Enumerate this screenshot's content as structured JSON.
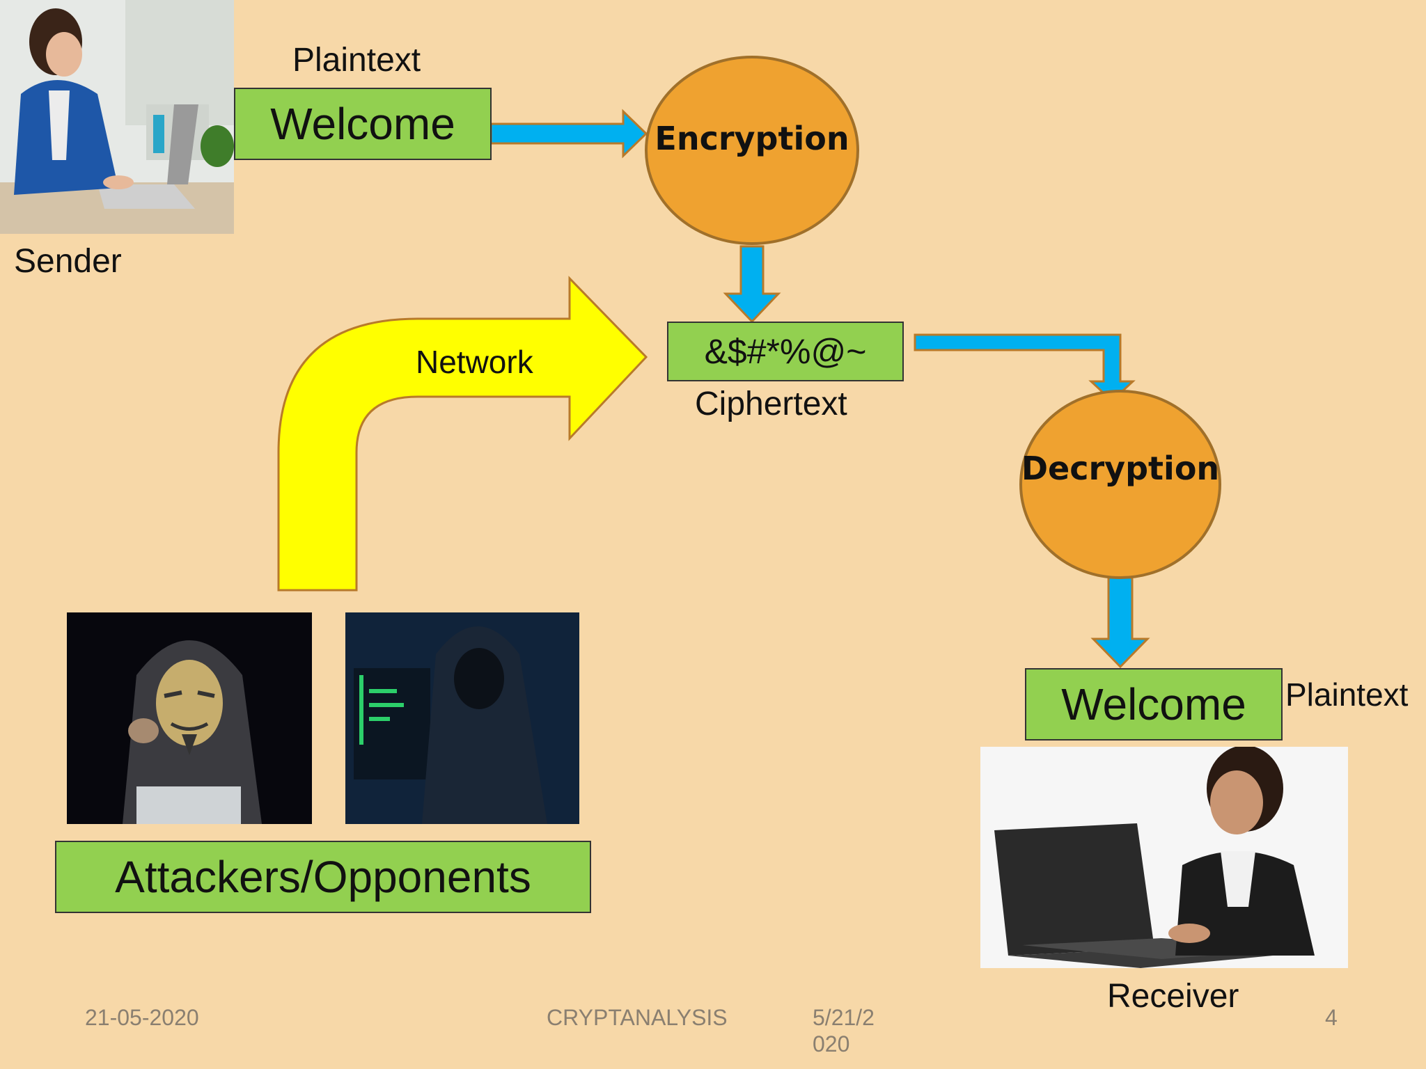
{
  "sender": {
    "label": "Sender"
  },
  "receiver": {
    "label": "Receiver"
  },
  "top_plaintext": {
    "caption": "Plaintext",
    "word": "Welcome"
  },
  "encryption": {
    "label": "Encryption"
  },
  "ciphertext": {
    "symbols": "&$#*%@~",
    "caption": "Ciphertext"
  },
  "decryption": {
    "label": "Decryption"
  },
  "bottom_plaintext": {
    "caption": "Plaintext",
    "word": "Welcome"
  },
  "network": {
    "label": "Network"
  },
  "attackers": {
    "label": "Attackers/Opponents"
  },
  "footer": {
    "date": "21-05-2020",
    "title": "CRYPTANALYSIS",
    "overlap_a": "5/21/2",
    "overlap_b": "020",
    "page": "4"
  },
  "colors": {
    "background": "#f7d8a8",
    "green_box": "#92d050",
    "orange_circle": "#efa230",
    "blue_arrow": "#00b0f0",
    "yellow_arrow": "#ffff00"
  }
}
